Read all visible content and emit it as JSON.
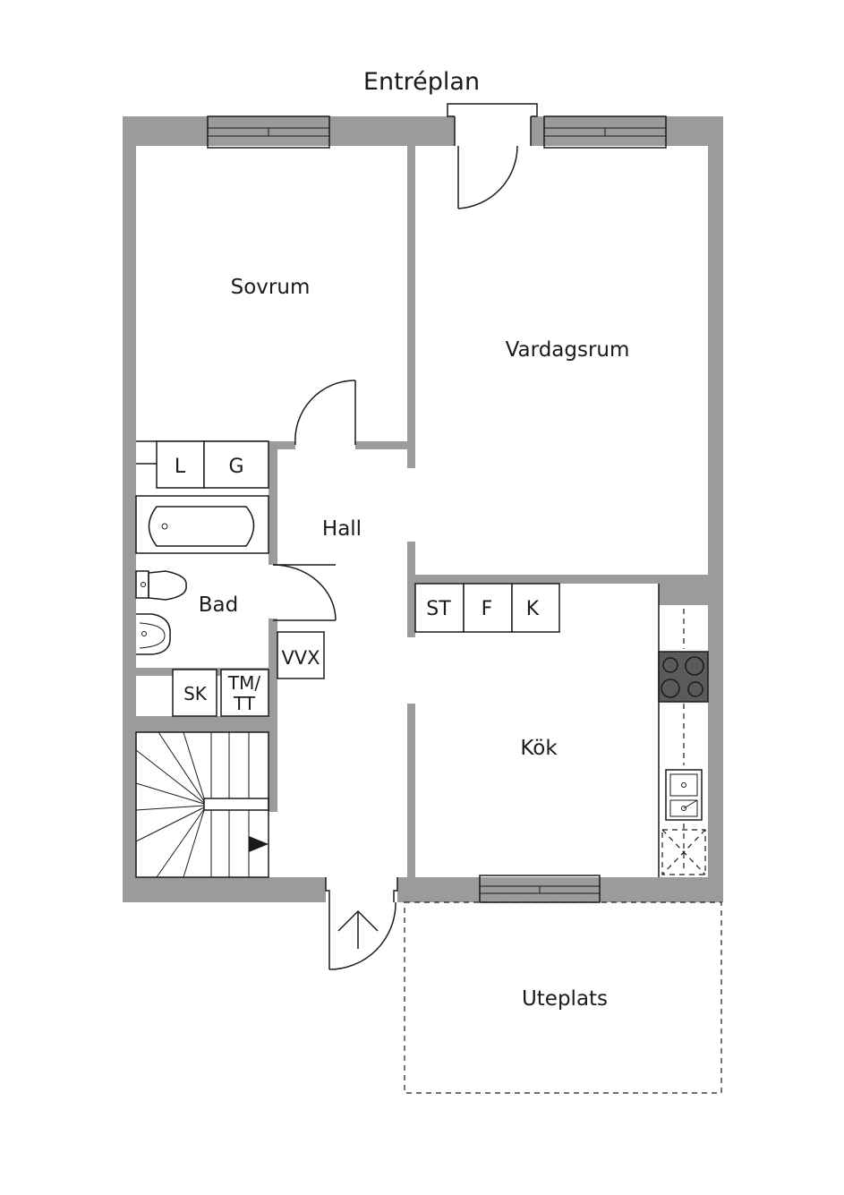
{
  "title": "Entréplan",
  "rooms": {
    "sovrum": "Sovrum",
    "vardagsrum": "Vardagsrum",
    "hall": "Hall",
    "bad": "Bad",
    "kok": "Kök",
    "uteplats": "Uteplats"
  },
  "cabinets": {
    "l": "L",
    "g": "G",
    "st": "ST",
    "f": "F",
    "k": "K",
    "vvx": "VVX",
    "sk": "SK",
    "tm_line1": "TM/",
    "tm_line2": "TT"
  },
  "colors": {
    "wall": "#9b9b9b",
    "line": "#1a1a1a",
    "background": "#ffffff"
  }
}
